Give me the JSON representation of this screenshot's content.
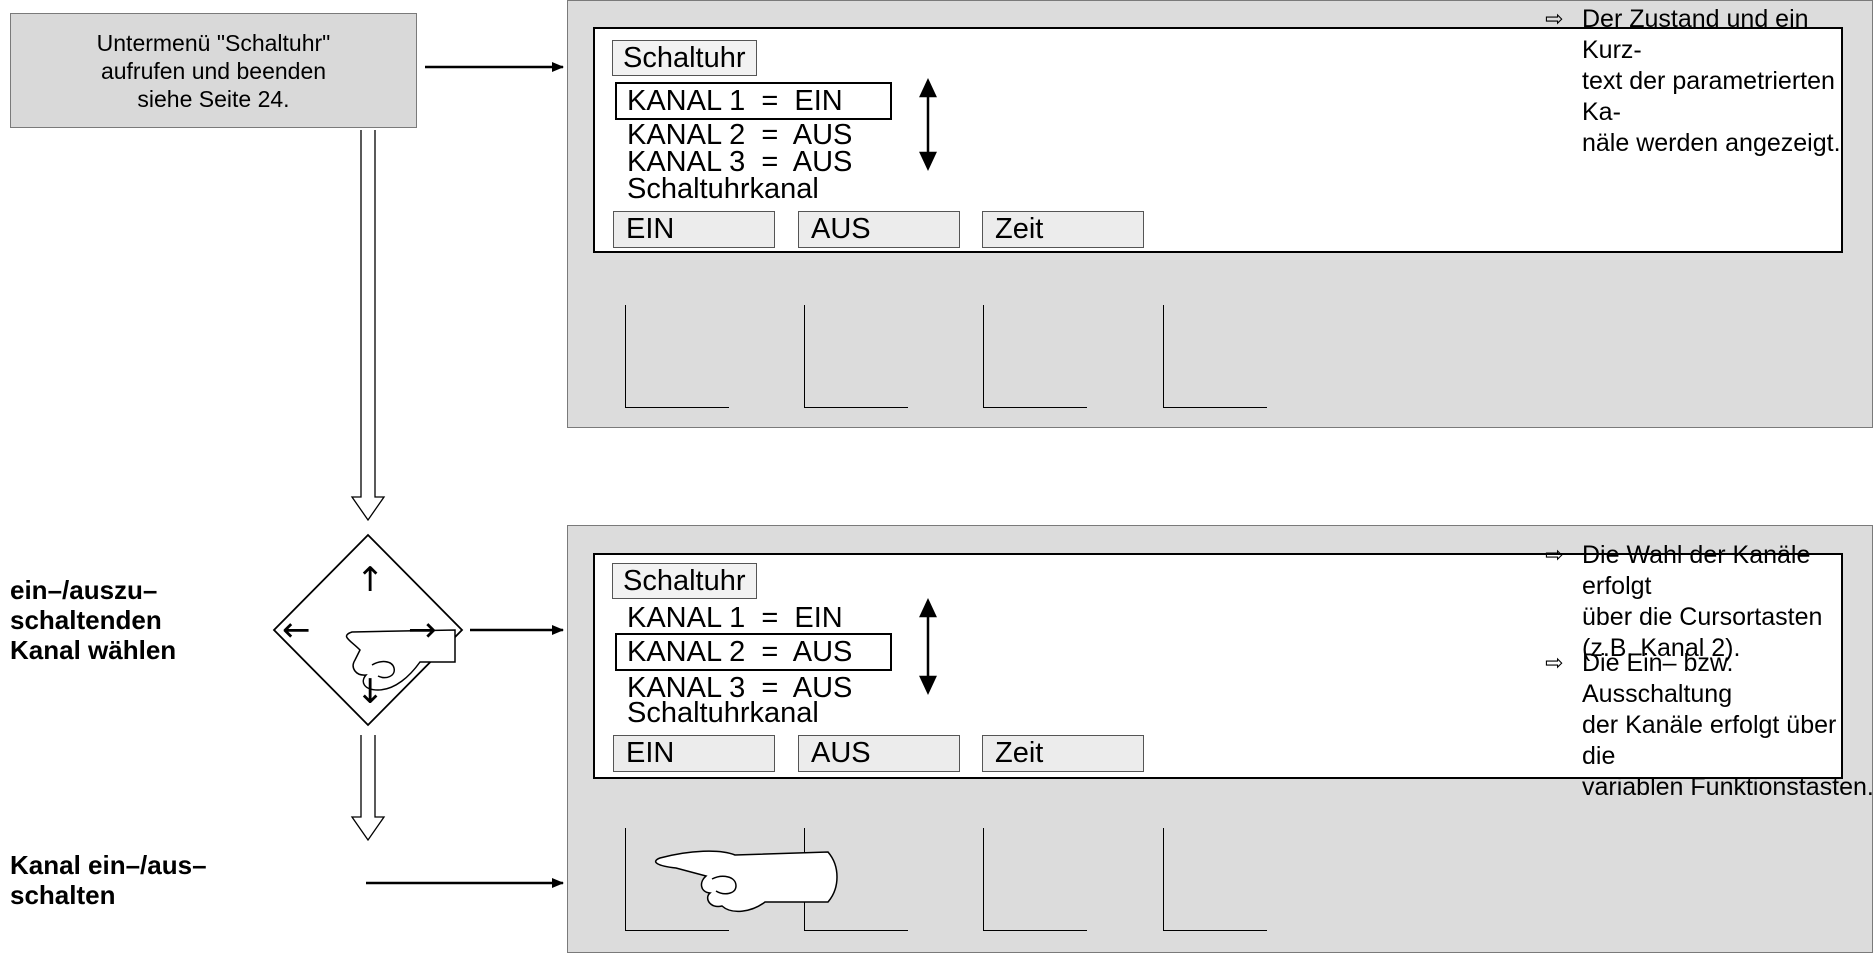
{
  "start_box": {
    "lines": [
      "Untermenü \"Schaltuhr\"",
      "aufrufen und beenden",
      "siehe Seite 24."
    ]
  },
  "screens": [
    {
      "title": "Schaltuhr",
      "rows": [
        "KANAL 1  =  EIN",
        "KANAL 2  =  AUS",
        "KANAL 3  =  AUS"
      ],
      "selected_row": 0,
      "caption": "Schaltuhrkanal",
      "softkeys": [
        "EIN",
        "AUS",
        "Zeit"
      ]
    },
    {
      "title": "Schaltuhr",
      "rows": [
        "KANAL 1  =  EIN",
        "KANAL 2  =  AUS",
        "KANAL 3  =  AUS"
      ],
      "selected_row": 1,
      "caption": "Schaltuhrkanal",
      "softkeys": [
        "EIN",
        "AUS",
        "Zeit"
      ]
    }
  ],
  "step_labels": {
    "select_channel": [
      "ein–/auszu–",
      "schaltenden",
      "Kanal wählen"
    ],
    "switch_channel": [
      "Kanal ein–/aus–",
      "schalten"
    ]
  },
  "notes": [
    {
      "bullet": "⇨",
      "lines": [
        "Der Zustand und ein Kurz-",
        "text der parametrierten Ka-",
        "näle werden angezeigt."
      ]
    },
    {
      "bullet": "⇨",
      "lines": [
        "Die Wahl der Kanäle erfolgt",
        "über die Cursortasten",
        "(z.B. Kanal 2)."
      ]
    },
    {
      "bullet": "⇨",
      "lines": [
        "Die Ein– bzw. Ausschaltung",
        "der Kanäle erfolgt über die",
        "variablen Funktionstasten."
      ]
    }
  ],
  "cursor_keys": {
    "up": "↑",
    "down": "↓",
    "left": "←",
    "right": "→"
  },
  "icons": {
    "hand": "pointing-hand-icon",
    "scroll": "double-arrow-icon"
  },
  "colors": {
    "panel": "#dcdcdc",
    "box": "#d9d9d9",
    "screen": "#ffffff",
    "line": "#000000"
  }
}
